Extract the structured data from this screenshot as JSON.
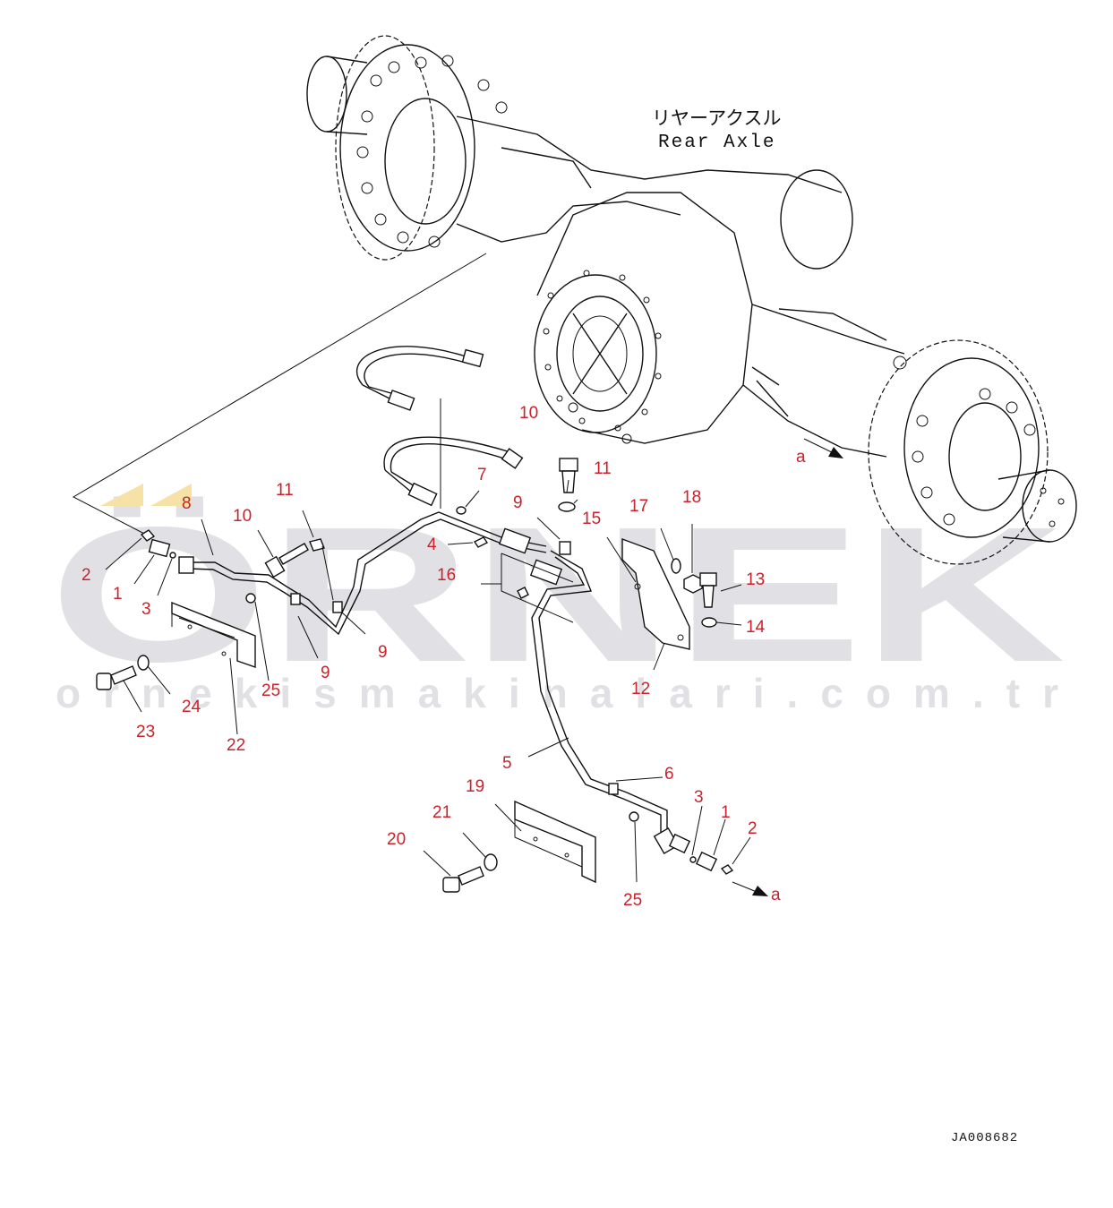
{
  "title": {
    "japanese": "リヤーアクスル",
    "english": "Rear Axle"
  },
  "watermark": {
    "brand": "ÖRNEK",
    "url": "ornekismakinalari.com.tr",
    "color": "#e0e0e4",
    "accent": "#f5dfa0"
  },
  "drawing_code": "JA008682",
  "colors": {
    "callout": "#c8232b",
    "line": "#111111"
  },
  "callouts": {
    "c1a": "1",
    "c2a": "2",
    "c3a": "3",
    "c8": "8",
    "c10a": "10",
    "c11a": "11",
    "c25a": "25",
    "c9a": "9",
    "c9b": "9",
    "c24": "24",
    "c23": "23",
    "c22": "22",
    "c7": "7",
    "c4": "4",
    "c16": "16",
    "c9c": "9",
    "c10b": "10",
    "c11b": "11",
    "c15": "15",
    "c17": "17",
    "c18": "18",
    "c13": "13",
    "c14": "14",
    "c12": "12",
    "c5": "5",
    "c6": "6",
    "c19": "19",
    "c21": "21",
    "c20": "20",
    "c25b": "25",
    "c3b": "3",
    "c1b": "1",
    "c2b": "2",
    "a_top": "a",
    "a_bottom": "a"
  }
}
